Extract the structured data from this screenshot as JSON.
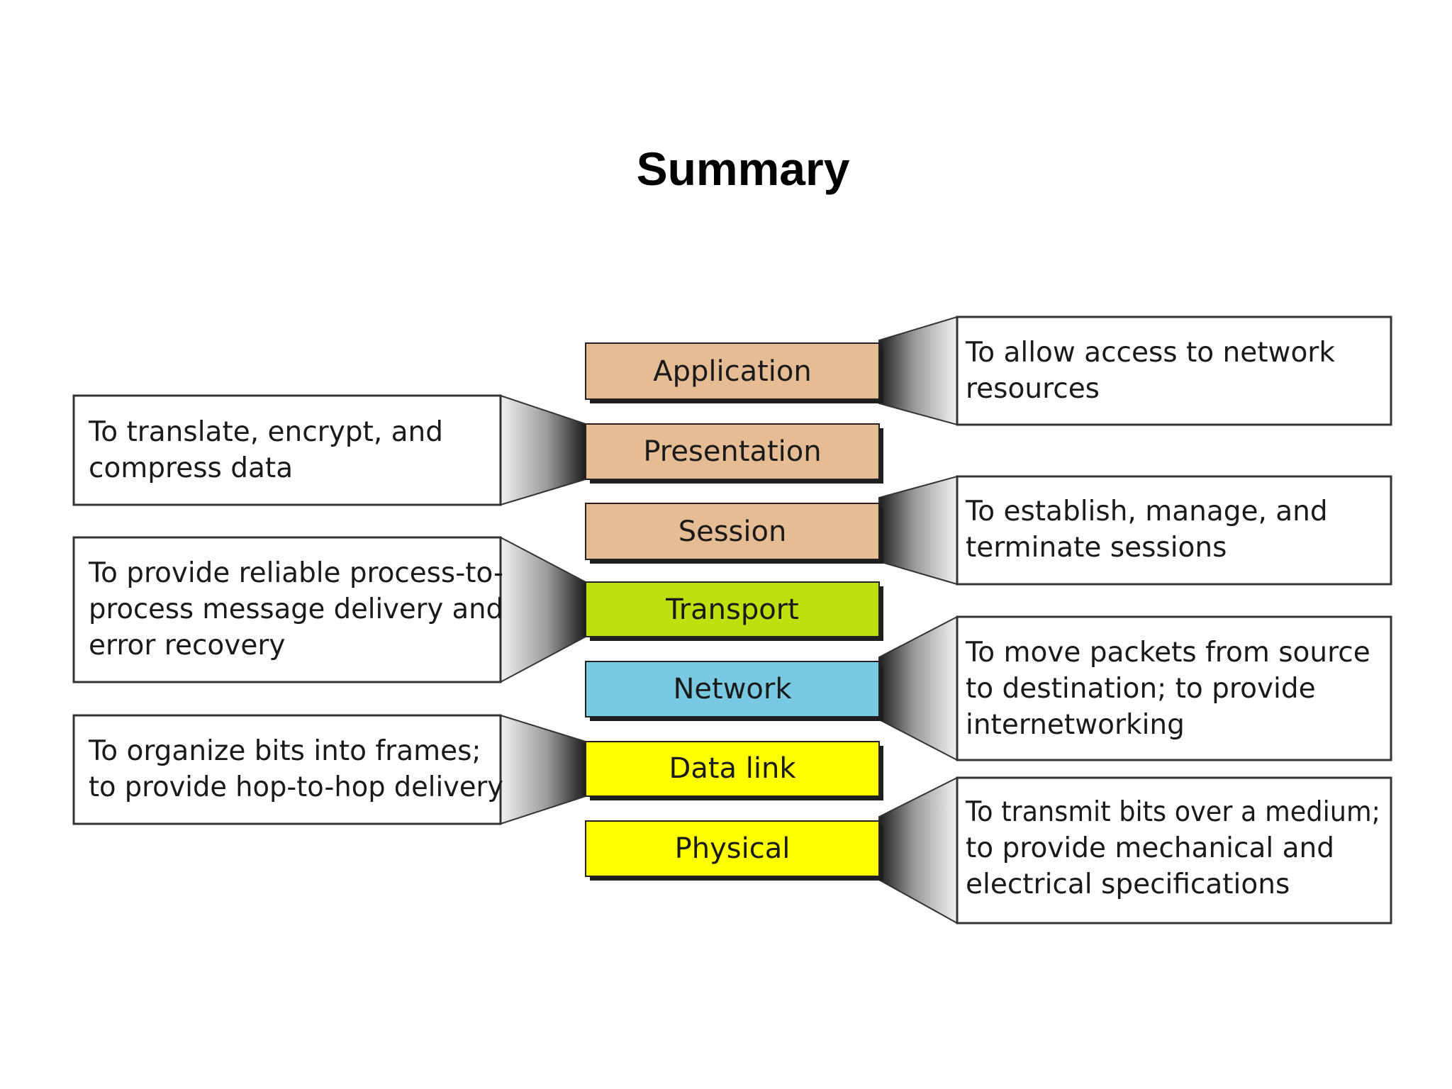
{
  "title": "Summary",
  "colors": {
    "upper_layers": "#e5bc93",
    "transport": "#bde00e",
    "network": "#78c9e1",
    "data_link": "#ffff00",
    "physical": "#ffff00",
    "connector_dark": "#1e1e1e",
    "connector_light": "#e8e8e8",
    "box_border": "#333333"
  },
  "layers": [
    {
      "name": "Application",
      "color": "#e5bc93"
    },
    {
      "name": "Presentation",
      "color": "#e5bc93"
    },
    {
      "name": "Session",
      "color": "#e5bc93"
    },
    {
      "name": "Transport",
      "color": "#bde00e"
    },
    {
      "name": "Network",
      "color": "#78c9e1"
    },
    {
      "name": "Data link",
      "color": "#ffff00"
    },
    {
      "name": "Physical",
      "color": "#ffff00"
    }
  ],
  "descriptions": {
    "application": [
      "To allow access to network",
      "resources"
    ],
    "presentation": [
      "To translate, encrypt, and",
      "compress data"
    ],
    "session": [
      "To establish, manage, and",
      "terminate sessions"
    ],
    "transport": [
      "To provide reliable process-to-",
      "process message delivery and",
      "error recovery"
    ],
    "network": [
      "To move packets from source",
      "to destination; to provide",
      "internetworking"
    ],
    "data_link": [
      "To organize bits into frames;",
      "to provide hop-to-hop delivery"
    ],
    "physical": [
      "To transmit bits over a medium;",
      "to provide mechanical and",
      "electrical specifications"
    ]
  }
}
